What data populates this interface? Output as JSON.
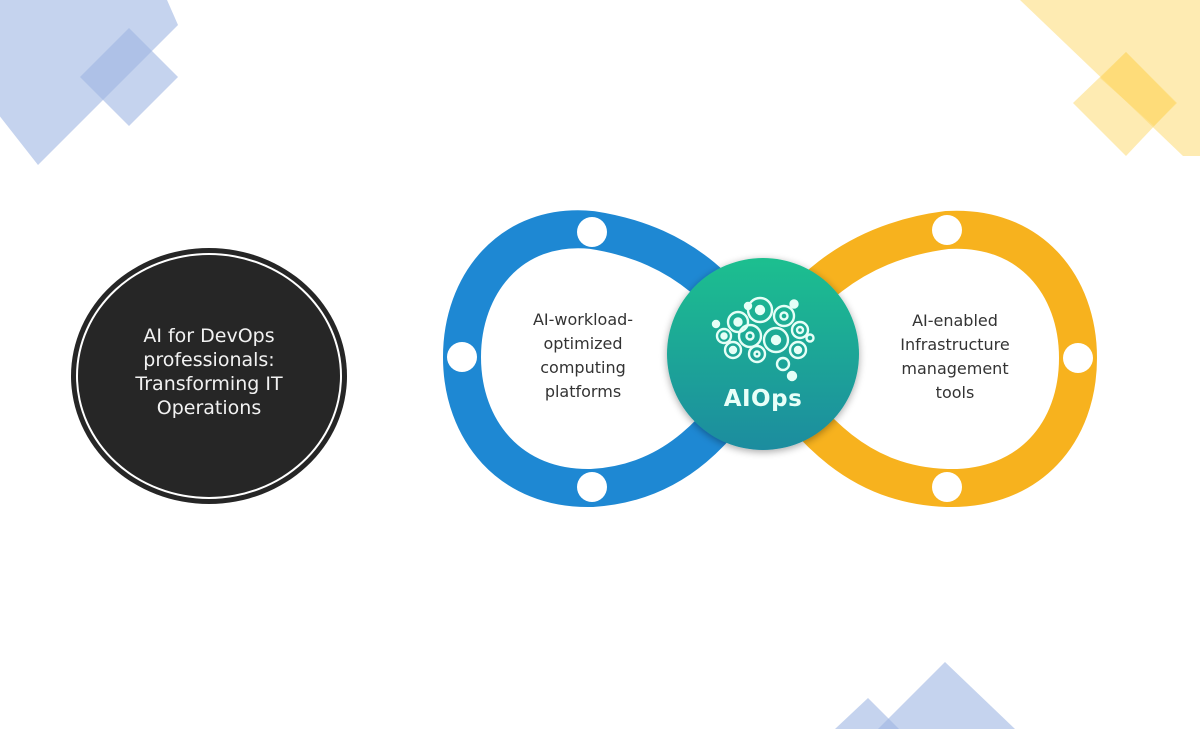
{
  "title_badge": {
    "lines": [
      "AI for DevOps",
      "professionals:",
      "Transforming IT",
      "Operations"
    ],
    "text": "AI for DevOps professionals: Transforming IT Operations",
    "background": "#262626",
    "text_color": "#f2f2f2"
  },
  "diagram": {
    "left_loop": {
      "label": "AI-workload-optimized computing platforms",
      "lines": [
        "AI-workload-",
        "optimized",
        "computing",
        "platforms"
      ],
      "color": "#1e88d3",
      "node_count": 3
    },
    "hub": {
      "label": "AIOps",
      "icon": "brain-gears-icon",
      "gradient_top": "#1fbf8f",
      "gradient_bottom": "#1a8c9f"
    },
    "right_loop": {
      "label": "AI-enabled Infrastructure management tools",
      "lines": [
        "AI-enabled",
        "Infrastructure",
        "management",
        "tools"
      ],
      "color": "#f7b21e",
      "node_count": 3
    }
  },
  "decorations": {
    "top_left_color": "#9fb6e3",
    "top_right_color": "#fde08a",
    "bottom_color": "#9fb6e3"
  }
}
